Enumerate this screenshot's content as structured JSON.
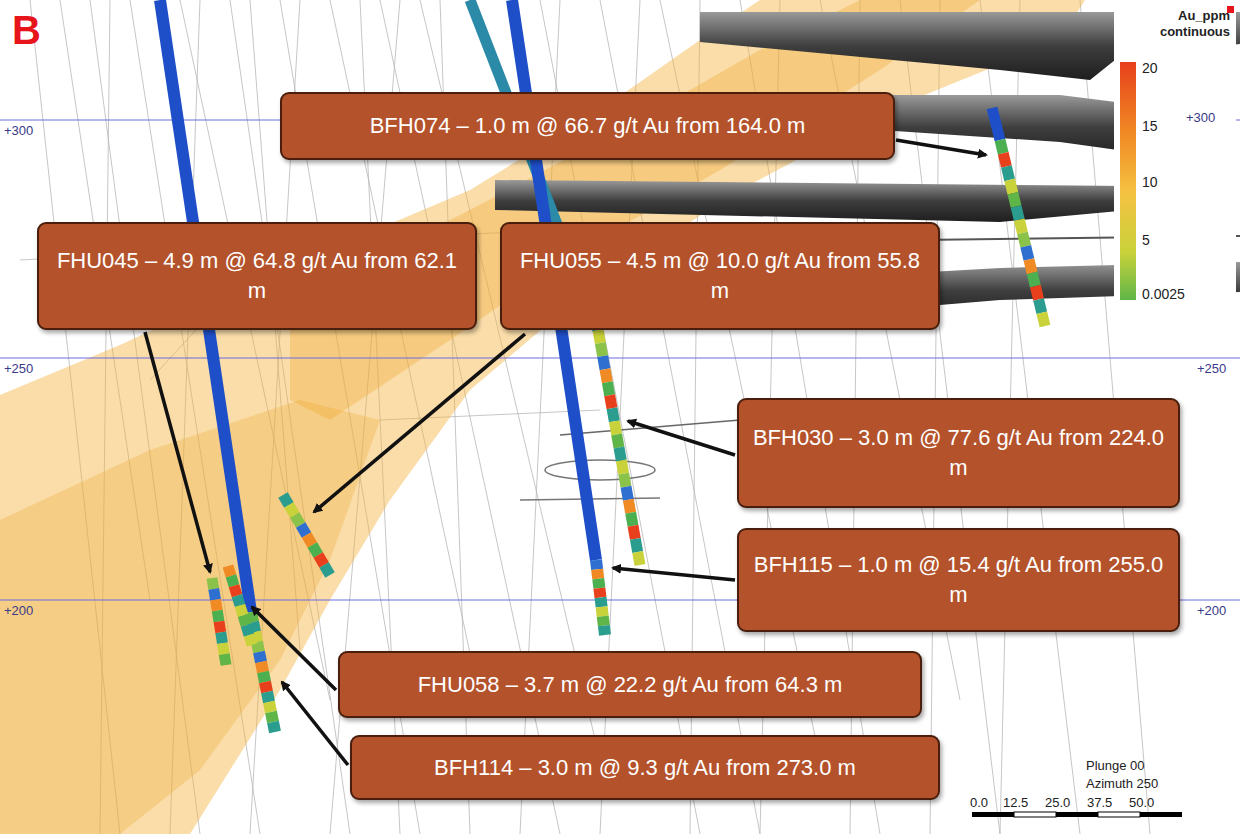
{
  "diagram": {
    "nodes": [
      {
        "text": [
          "BFH074 – 1.0 m @ 66.7 g/t Au from 164.0 m"
        ]
      },
      {
        "text": [
          "FHU045 – 4.9 m @ 64.8 g/t Au from 62.1 m"
        ]
      },
      {
        "text": [
          "FHU055 – 4.5 m @ 10.0 g/t Au from 55.8 m"
        ]
      },
      {
        "text": [
          "BFH030 – 3.0 m @ 77.6 g/t Au from 224.0 m"
        ]
      },
      {
        "text": [
          "BFH115 – 1.0 m @ 15.4 g/t Au from 255.0 m"
        ]
      },
      {
        "text": [
          "FHU058 – 3.7 m @ 22.2 g/t Au from 64.3 m"
        ]
      },
      {
        "text": [
          "BFH114 – 3.0 m @ 9.3 g/t Au from 273.0 m"
        ]
      }
    ],
    "labels": [
      "B",
      "+300",
      "+300",
      "+250",
      "+250",
      "+200",
      "+200",
      "Au_ppm continuous",
      "20",
      "15",
      "10",
      "5",
      "0.0025",
      "Plunge 00",
      "Azimuth 250",
      "0.0",
      "12.5",
      "25.0",
      "37.5",
      "50.0"
    ]
  }
}
